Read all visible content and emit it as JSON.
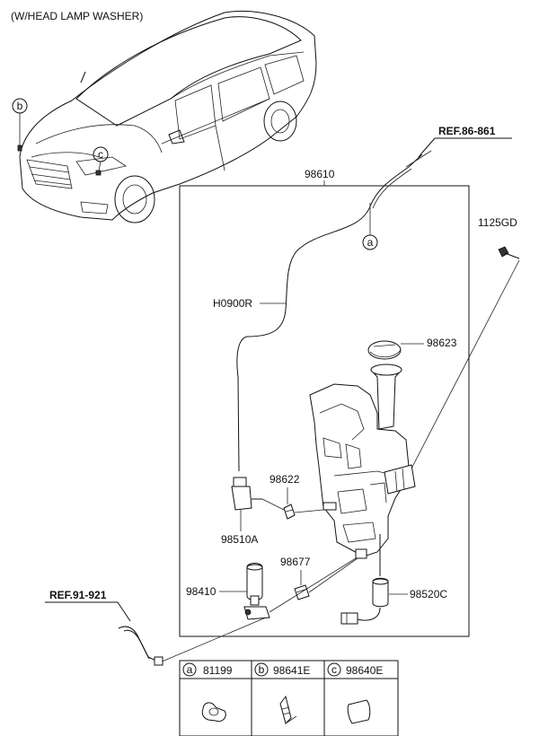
{
  "title": "(W/HEAD LAMP WASHER)",
  "references": {
    "ref_top": "REF.86-861",
    "ref_left": "REF.91-921"
  },
  "callouts": {
    "a": "a",
    "b": "b",
    "c": "c"
  },
  "parts": {
    "assembly": "98610",
    "hose": "H0900R",
    "cap": "98623",
    "bolt": "1125GD",
    "grommet": "98622",
    "pump": "98510A",
    "clip": "98677",
    "nozzle": "98410",
    "level_sensor": "98520C"
  },
  "legend": [
    {
      "key": "a",
      "part": "81199"
    },
    {
      "key": "b",
      "part": "98641E"
    },
    {
      "key": "c",
      "part": "98640E"
    }
  ]
}
